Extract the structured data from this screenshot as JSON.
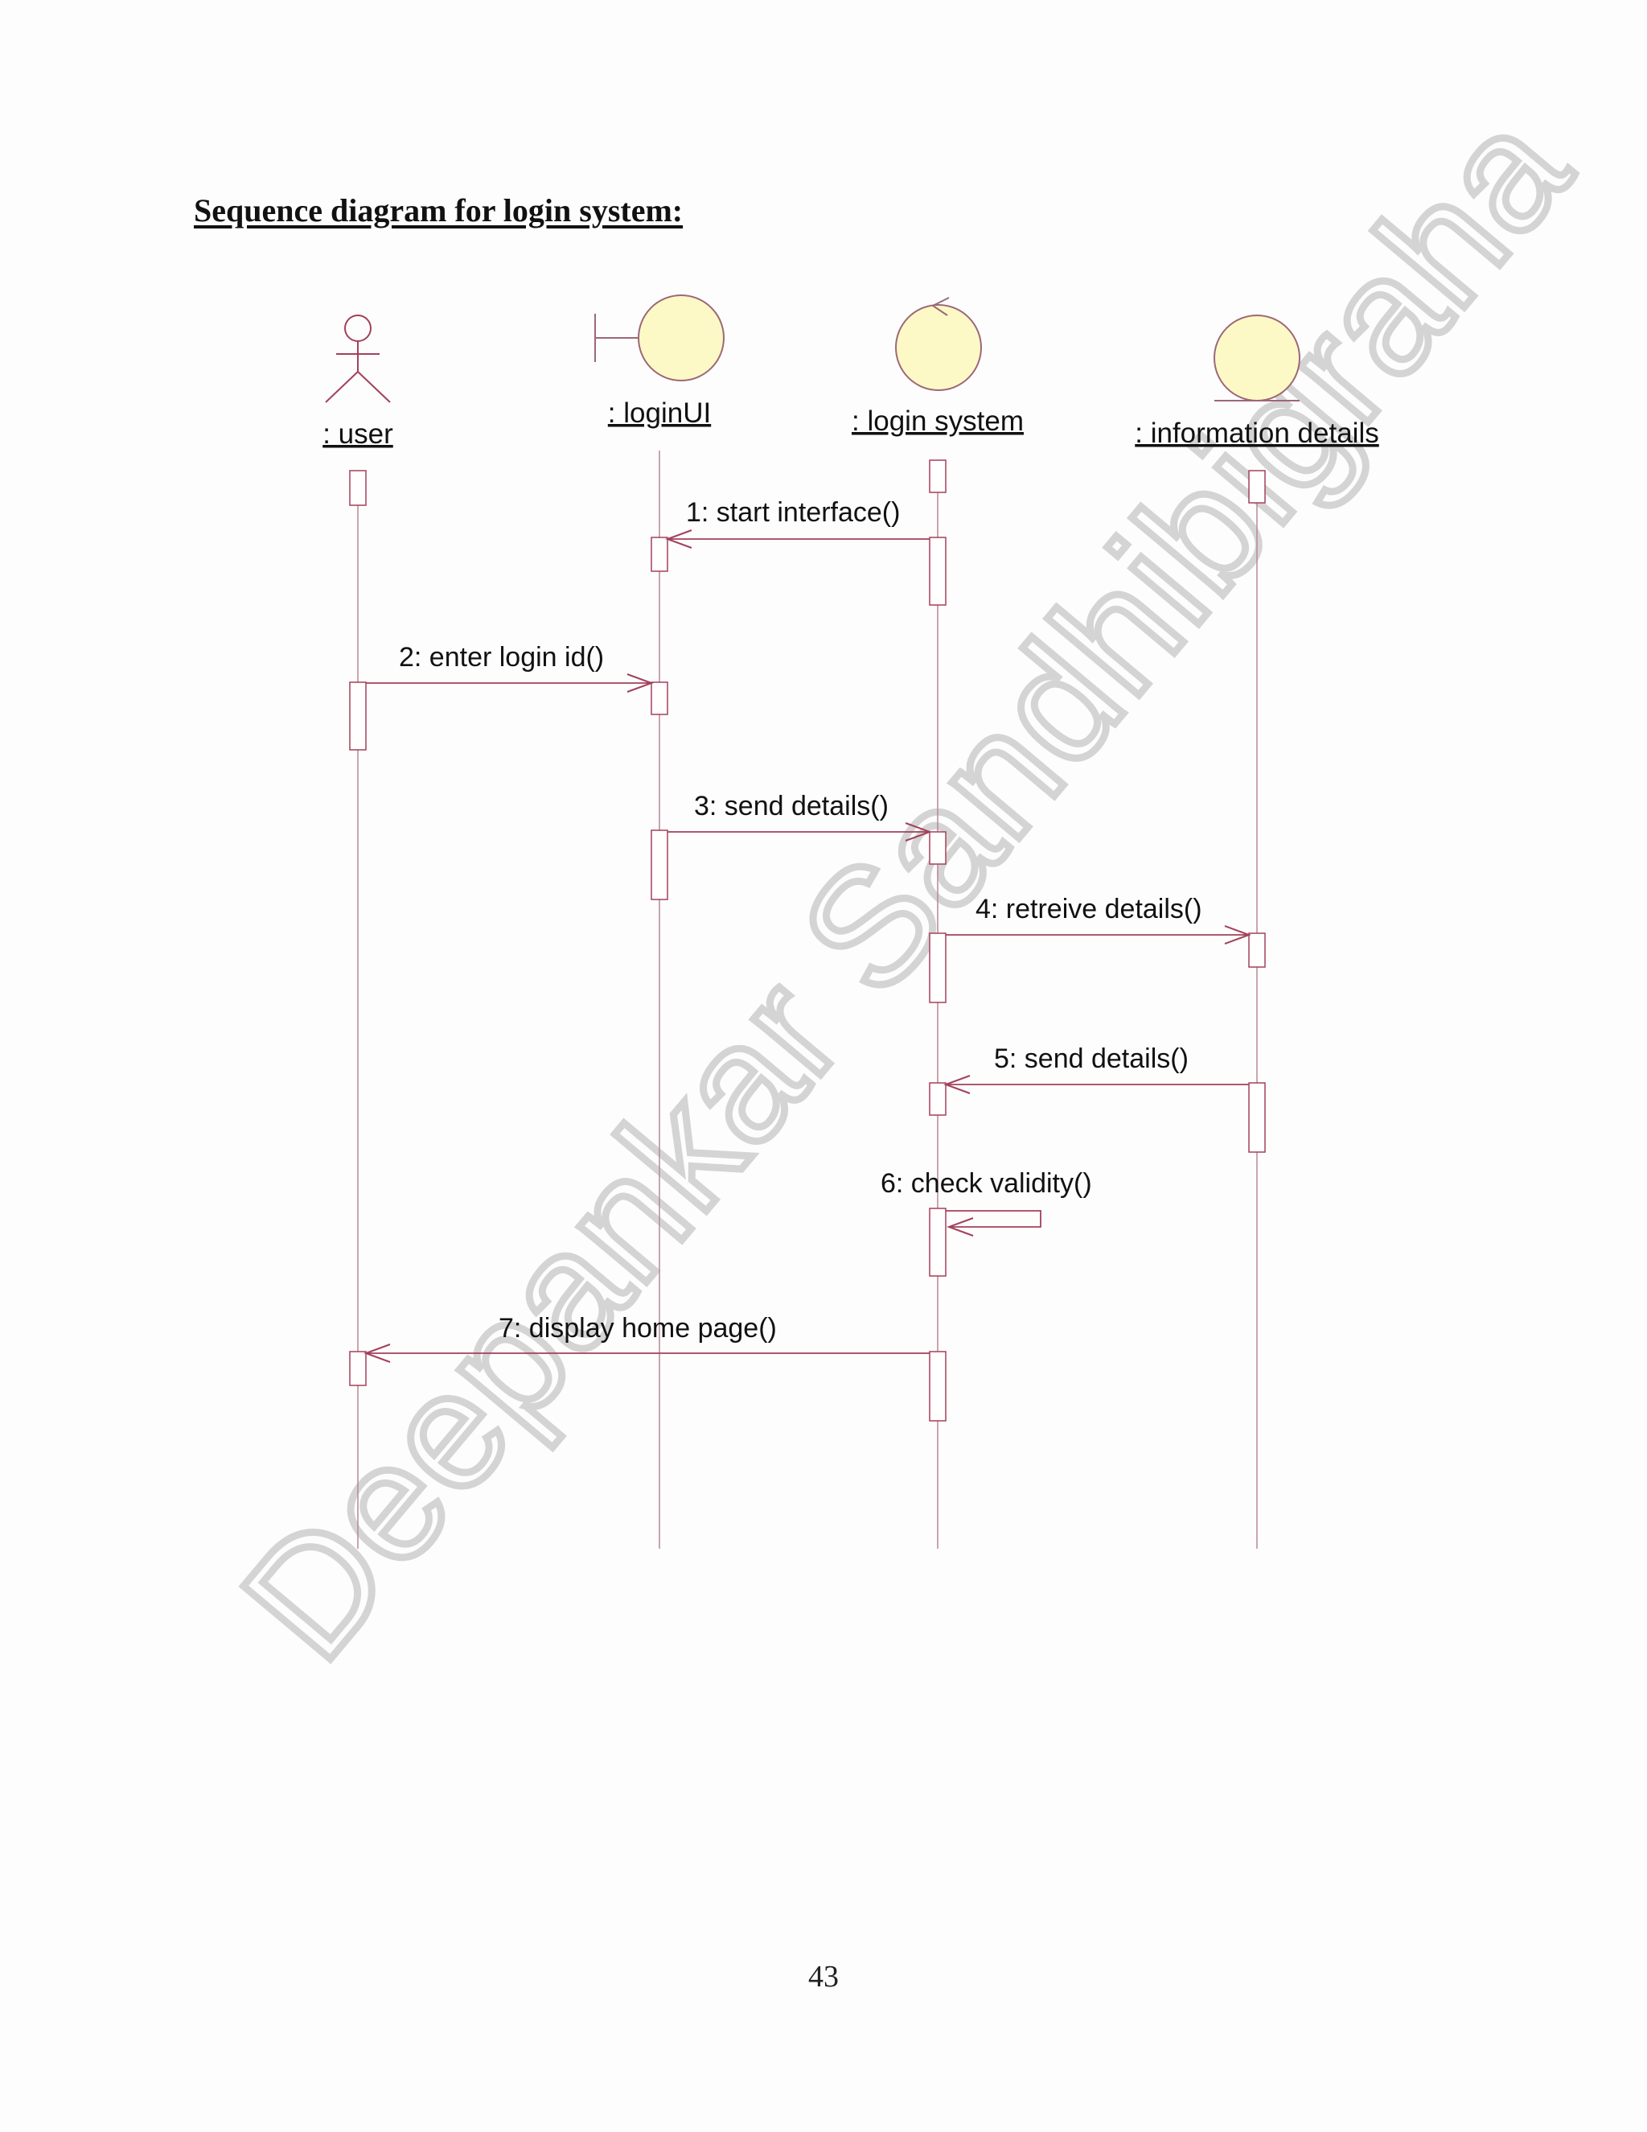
{
  "heading": "Sequence diagram for login system:",
  "page_number": "43",
  "watermark": "Deepankar Sandhibigraha",
  "colors": {
    "line": "#a3405a",
    "lifeline": "#b88898",
    "object_fill": "#fdf9c6",
    "object_stroke": "#9c6878"
  },
  "lifelines": [
    {
      "label": ": user",
      "icon": "actor-icon"
    },
    {
      "label": ": loginUI",
      "icon": "boundary-icon"
    },
    {
      "label": ": login system",
      "icon": "control-icon"
    },
    {
      "label": ": information details",
      "icon": "entity-icon"
    }
  ],
  "messages": [
    {
      "label": "1: start interface()",
      "from": 2,
      "to": 1
    },
    {
      "label": "2: enter login id()",
      "from": 0,
      "to": 1
    },
    {
      "label": "3: send details()",
      "from": 1,
      "to": 2
    },
    {
      "label": "4: retreive details()",
      "from": 2,
      "to": 3
    },
    {
      "label": "5: send details()",
      "from": 3,
      "to": 2
    },
    {
      "label": "6: check validity()",
      "from": 2,
      "to": 2
    },
    {
      "label": "7: display home page()",
      "from": 2,
      "to": 0
    }
  ]
}
